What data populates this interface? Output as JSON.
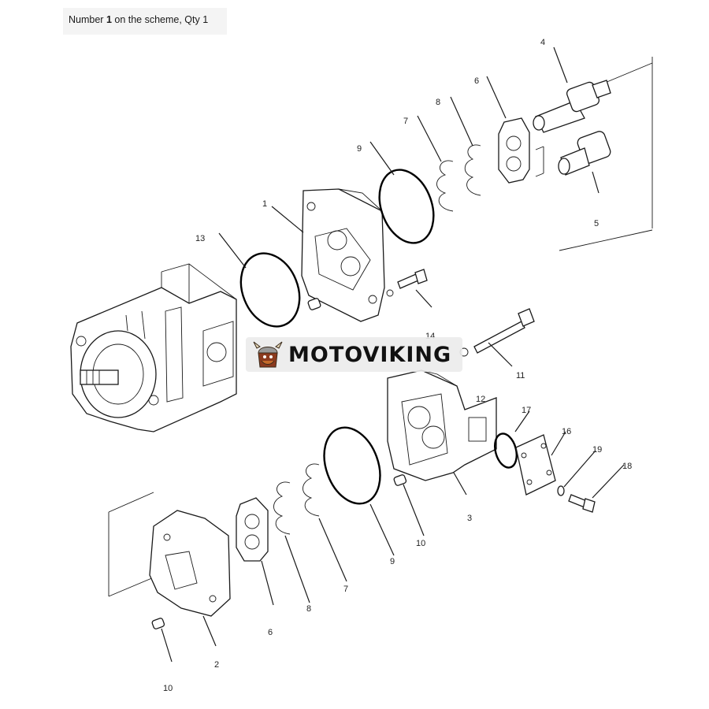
{
  "caption": {
    "prefix": "Number ",
    "number": "1",
    "suffix": " on the scheme, Qty 1"
  },
  "callouts": {
    "c1": "1",
    "c2": "2",
    "c3": "3",
    "c4": "4",
    "c5": "5",
    "c6a": "6",
    "c6b": "6",
    "c7a": "7",
    "c7b": "7",
    "c8a": "8",
    "c8b": "8",
    "c9a": "9",
    "c9b": "9",
    "c10a": "10",
    "c10b": "10",
    "c11": "11",
    "c12": "12",
    "c13": "13",
    "c14": "14",
    "c16": "16",
    "c17": "17",
    "c18": "18",
    "c19": "19"
  },
  "watermark": {
    "brand": "MOTOVIKING",
    "logo": "viking-helmet-icon"
  },
  "colors": {
    "line": "#1a1a1a",
    "background": "#ffffff",
    "watermark_bg": "#ebebeb",
    "logo_accent": "#8b3a1e"
  }
}
